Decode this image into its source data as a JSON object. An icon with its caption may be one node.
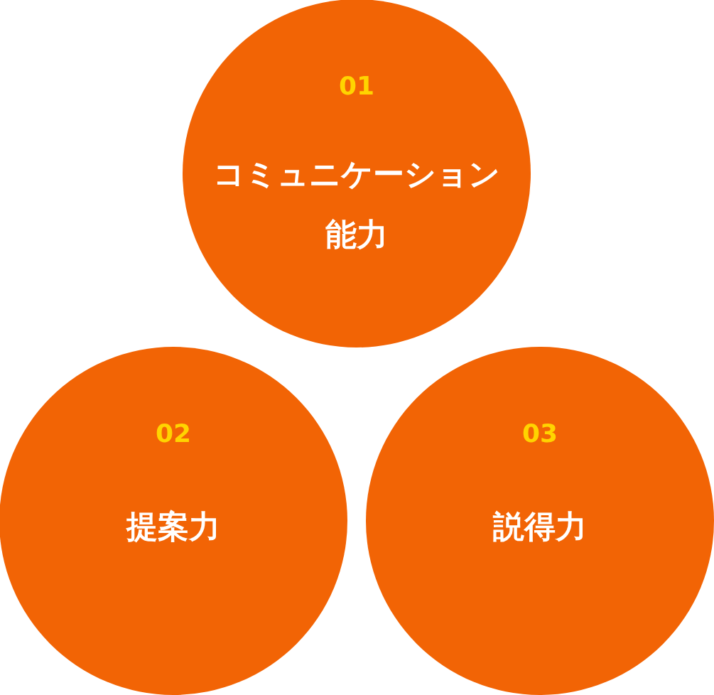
{
  "diagram": {
    "nodes": [
      {
        "text": [
          "01",
          "コミュニケーション能力"
        ]
      },
      {
        "text": [
          "02",
          "提案力"
        ]
      },
      {
        "text": [
          "03",
          "説得力"
        ]
      }
    ]
  }
}
